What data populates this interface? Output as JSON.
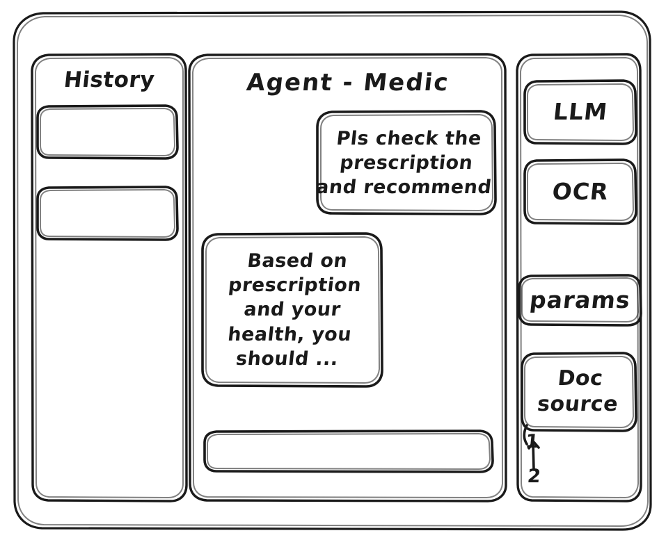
{
  "window": {
    "name": "agent-medic-wireframe",
    "background": "#ffffff",
    "ink_color": "#1a1a1a"
  },
  "sidebar_left": {
    "title": "History",
    "items": [
      {
        "label": "",
        "name": "history-item-1"
      },
      {
        "label": "",
        "name": "history-item-2"
      }
    ]
  },
  "main": {
    "title": "Agent - Medic",
    "messages": [
      {
        "role": "user",
        "text": "Pls check the\nprescription\nand recommend"
      },
      {
        "role": "assistant",
        "text": "Based on\nprescription\nand your\nhealth, you\nshould ..."
      }
    ],
    "composer": {
      "value": "",
      "placeholder": ""
    }
  },
  "sidebar_right": {
    "tools": [
      {
        "label": "LLM",
        "name": "tool-llm"
      },
      {
        "label": "OCR",
        "name": "tool-ocr"
      },
      {
        "label": "params",
        "name": "tool-params"
      },
      {
        "label": "Doc\nsource",
        "name": "tool-doc-source"
      }
    ],
    "doc_list": [
      {
        "label": "1"
      },
      {
        "label": "2"
      }
    ]
  }
}
